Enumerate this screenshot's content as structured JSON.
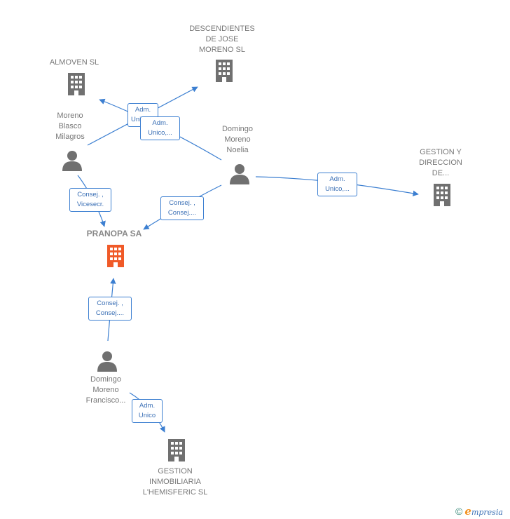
{
  "nodes": {
    "descendientes": {
      "label": "DESCENDIENTES\nDE JOSE\nMORENO SL",
      "kind": "company"
    },
    "almoven": {
      "label": "ALMOVEN SL",
      "kind": "company"
    },
    "moreno_blasco": {
      "label": "Moreno\nBlasco\nMilagros",
      "kind": "person"
    },
    "domingo_noelia": {
      "label": "Domingo\nMoreno\nNoelia",
      "kind": "person"
    },
    "gestion_direccion": {
      "label": "GESTION Y\nDIRECCION\nDE...",
      "kind": "company"
    },
    "pranopa": {
      "label": "PRANOPA SA",
      "kind": "main-company"
    },
    "domingo_francisco": {
      "label": "Domingo\nMoreno\nFrancisco...",
      "kind": "person"
    },
    "gestion_inmobiliaria": {
      "label": "GESTION\nINMOBILIARIA\nL'HEMISFERIC SL",
      "kind": "company"
    }
  },
  "edges": [
    {
      "id": "e1",
      "label": "Adm.\nUnico,...",
      "from": "moreno_blasco",
      "to": "descendientes"
    },
    {
      "id": "e2",
      "label": "Adm.\nUnico,...",
      "from": "domingo_noelia",
      "to": "almoven"
    },
    {
      "id": "e3",
      "label": "Adm.\nUnico,...",
      "from": "domingo_noelia",
      "to": "gestion_direccion"
    },
    {
      "id": "e4",
      "label": "Consej. ,\nVicesecr.",
      "from": "moreno_blasco",
      "to": "pranopa"
    },
    {
      "id": "e5",
      "label": "Consej. ,\nConsej....",
      "from": "domingo_noelia",
      "to": "pranopa"
    },
    {
      "id": "e6",
      "label": "Consej. ,\nConsej....",
      "from": "domingo_francisco",
      "to": "pranopa"
    },
    {
      "id": "e7",
      "label": "Adm.\nUnico",
      "from": "domingo_francisco",
      "to": "gestion_inmobiliaria"
    }
  ],
  "colors": {
    "edge": "#3c7fd1",
    "company_icon": "#707070",
    "main_icon": "#f05a28",
    "person_icon": "#707070"
  },
  "footer": {
    "copyright": "©",
    "brand_first": "e",
    "brand_rest": "mpresia"
  }
}
